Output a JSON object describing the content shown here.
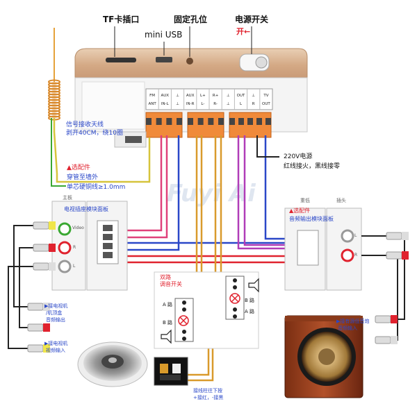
{
  "top_labels": {
    "tf": "TF卡插口",
    "miniusb": "mini USB",
    "fixhole": "固定孔位",
    "power": "电源开关",
    "power_on": "开←"
  },
  "terminals": {
    "row1": [
      "FM",
      "AUX",
      "⊥",
      "AUX",
      "L+",
      "R+",
      "⊥",
      "OUT",
      "⊥",
      "TV"
    ],
    "row2": [
      "ANT",
      "IN-L",
      "⊥",
      "IN-R",
      "L-",
      "R-",
      "⊥",
      "L",
      "R",
      "OUT"
    ]
  },
  "antenna_note": {
    "line1": "信号接收天线",
    "line2": "剥开40CM，绕10圈"
  },
  "accessory_left": {
    "title": "▲选配件",
    "line1": "穿管至墙外",
    "line2": "单芯硬铜线≥1.0mm"
  },
  "power_note": {
    "line1": "220V电源",
    "line2": "红线接火，黑线接零"
  },
  "left_panel": {
    "header": "主板",
    "title": "电视插座模块面板",
    "jacks": [
      "Video",
      "R",
      "L"
    ]
  },
  "right_panel": {
    "header1": "重低",
    "header2": "插头",
    "title1": "▲选配件",
    "title2": "音频输出模块面板",
    "jacks": [
      "L",
      "R"
    ]
  },
  "switch_box": {
    "title1": "双路",
    "title2": "调音开关",
    "left_labels": [
      "A 路",
      "B 路"
    ],
    "right_labels": [
      "B 路",
      "A 路"
    ]
  },
  "notes": {
    "tv": [
      "▶接电视机",
      "/机顶盒",
      "音频输出"
    ],
    "dvd": [
      "▶接电视机",
      "视频输入"
    ],
    "sub": [
      "▶接有源低音炮",
      "音频输入"
    ],
    "terminal": [
      "接线柱往下按",
      "+接红，-接黑"
    ]
  },
  "watermark": "Fuyi Ai",
  "colors": {
    "wire_red": "#e0222e",
    "wire_blue": "#2a47c8",
    "wire_purple": "#b03cb8",
    "wire_pink": "#e0407a",
    "wire_orange": "#d99a2b",
    "wire_green": "#3aa832",
    "terminal_orange": "#f08a3a",
    "device_gold": "#d9b38f"
  }
}
